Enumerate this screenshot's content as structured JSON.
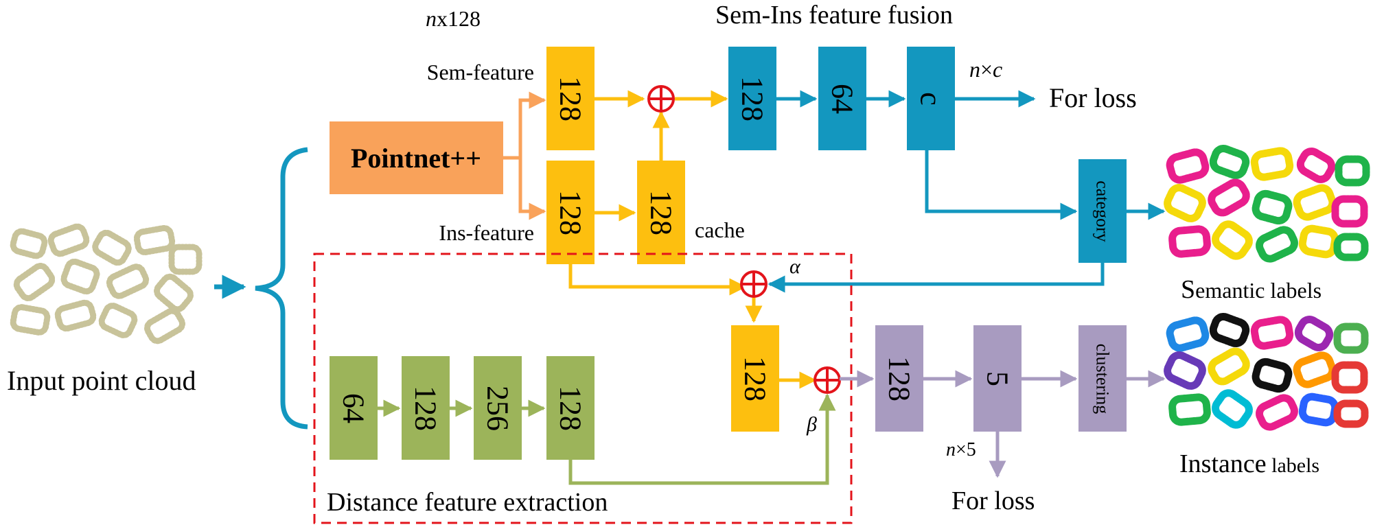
{
  "colors": {
    "orange": "#f9a25a",
    "yellow": "#fdbf0f",
    "blue": "#1397bf",
    "green": "#9cb45a",
    "purple": "#a89bc0",
    "red": "#e3141b",
    "dashed_box": "#e3141b",
    "point_cloud": "#c8c39a"
  },
  "labels": {
    "title_fusion": "Sem-Ins feature fusion",
    "nx128_italic": "n",
    "nx128_rest": "x128",
    "sem_feature": "Sem-feature",
    "ins_feature": "Ins-feature",
    "cache": "cache",
    "nxc_n": "n",
    "nxc_times": "×",
    "nxc_c": "c",
    "for_loss_top": "For loss",
    "for_loss_bottom": "For loss",
    "nx5_n": "n",
    "nx5_rest": "×5",
    "alpha": "α",
    "beta": "β",
    "input_point_cloud": "Input point cloud",
    "semantic_big": "S",
    "semantic_rest": "emantic labels",
    "instance_big": "Instance",
    "instance_rest": " labels",
    "distance_box": "Distance feature extraction"
  },
  "blocks": {
    "pointnet": "Pointnet++",
    "sem_128": "128",
    "ins_128": "128",
    "cache_128": "128",
    "fuse_128": "128",
    "fuse_64": "64",
    "fuse_c": "c",
    "category": "category",
    "dist_64": "64",
    "dist_128a": "128",
    "dist_256": "256",
    "dist_128b": "128",
    "mid_128": "128",
    "purple_128": "128",
    "purple_5": "5",
    "clustering": "clustering"
  }
}
